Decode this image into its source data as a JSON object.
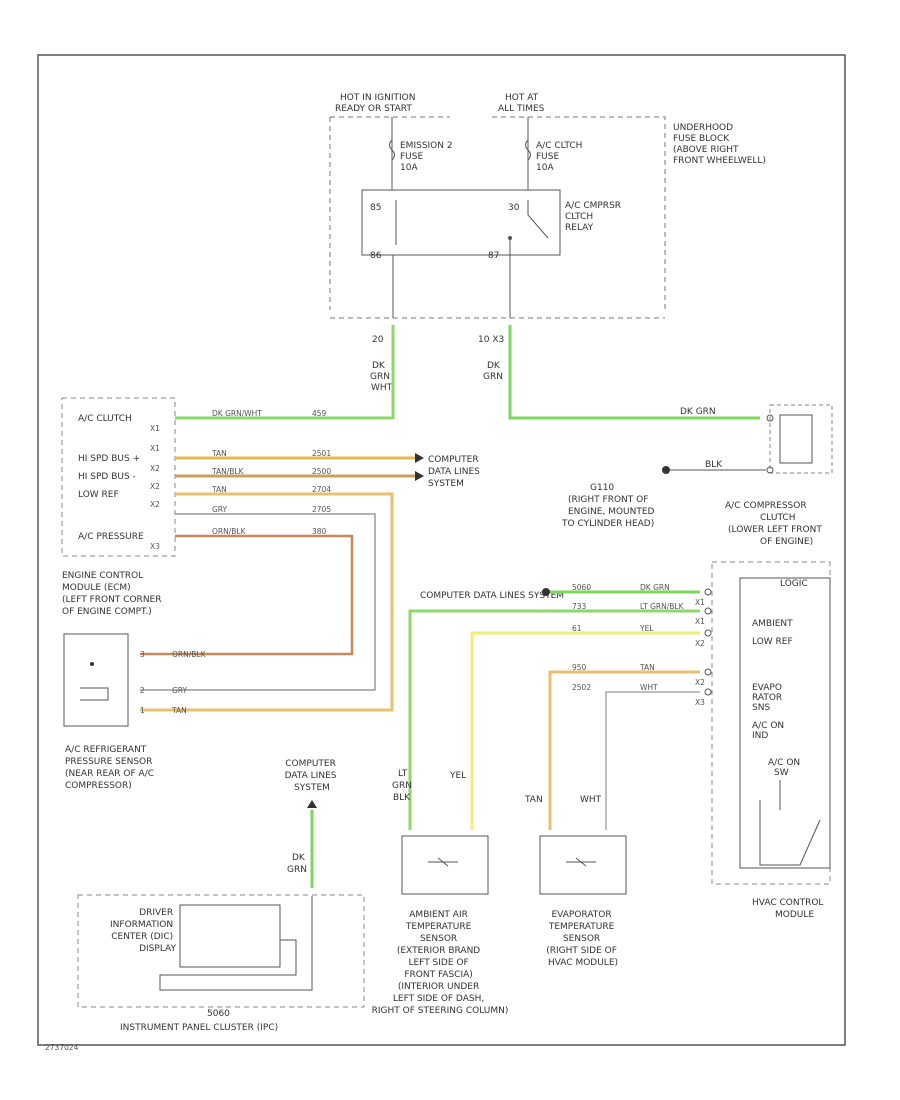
{
  "top_left_label": [
    "HOT IN IGNITION",
    "READY OR START"
  ],
  "top_right_label": [
    "HOT AT",
    "ALL TIMES"
  ],
  "fuse_block_label": [
    "UNDERHOOD",
    "FUSE BLOCK",
    "(ABOVE RIGHT",
    "FRONT WHEELWELL)"
  ],
  "fuse1_label": [
    "EMISSION 2",
    "FUSE",
    "10A"
  ],
  "fuse2_label": [
    "A/C CLTCH",
    "FUSE",
    "10A"
  ],
  "relay_label": [
    "A/C CMPRSR",
    "CLTCH",
    "RELAY"
  ],
  "relay_pins": {
    "p1": "85",
    "p2": "30",
    "p3": "86",
    "p4": "87"
  },
  "wire_pins": {
    "left": "20",
    "right": "10 X3"
  },
  "wire_dk_grn_wht": [
    "DK",
    "GRN",
    "WHT"
  ],
  "wire_dk_grn": [
    "DK",
    "GRN"
  ],
  "ecm_rows": [
    {
      "label": "A/C CLUTCH",
      "pin": "X1",
      "color": "DK GRN/WHT",
      "circuit": "459"
    },
    {
      "label": "",
      "pin": "X1",
      "color": "",
      "circuit": ""
    },
    {
      "label": "HI SPD BUS +",
      "pin": "X2",
      "color": "TAN",
      "circuit": "2501"
    },
    {
      "label": "HI SPD BUS -",
      "pin": "X2",
      "color": "TAN/BLK",
      "circuit": "2500"
    },
    {
      "label": "LOW REF",
      "pin": "X2",
      "color": "TAN",
      "circuit": "2704"
    },
    {
      "label": "",
      "pin": "",
      "color": "GRY",
      "circuit": "2705"
    },
    {
      "label": "A/C PRESSURE",
      "pin": "X3",
      "color": "ORN/BLK",
      "circuit": "380"
    }
  ],
  "ecm_label": [
    "ENGINE CONTROL",
    "MODULE (ECM)",
    "(LEFT FRONT CORNER",
    "OF ENGINE COMPT.)"
  ],
  "computer_data_lines": [
    "COMPUTER",
    "DATA LINES",
    "SYSTEM"
  ],
  "compressor_wire": {
    "color": "DK GRN",
    "pin": ""
  },
  "ground_label": [
    "G110",
    "(RIGHT FRONT OF",
    "ENGINE, MOUNTED",
    "TO CYLINDER HEAD)"
  ],
  "ground_wire": "BLK",
  "compressor_label": [
    "A/C COMPRESSOR",
    "CLUTCH",
    "(LOWER LEFT FRONT",
    "OF ENGINE)"
  ],
  "comp_data_lines_system": "COMPUTER DATA LINES SYSTEM",
  "hvac_rows": [
    {
      "circuit": "5060",
      "color": "DK GRN",
      "pin": "X1"
    },
    {
      "circuit": "733",
      "color": "LT GRN/BLK",
      "pin": "X1"
    },
    {
      "circuit": "61",
      "color": "YEL",
      "pin": "X2"
    },
    {
      "circuit": "950",
      "color": "TAN",
      "pin": "X2"
    },
    {
      "circuit": "2502",
      "color": "WHT",
      "pin": "X3"
    }
  ],
  "hvac_inner": [
    "LOGIC",
    "AMBIENT",
    "LOW REF",
    "EVAPO",
    "RATOR",
    "SNS",
    "A/C ON",
    "IND",
    "A/C ON",
    "SW"
  ],
  "hvac_label": [
    "HVAC CONTROL",
    "MODULE"
  ],
  "pressure_sensor_wires": [
    {
      "pin": "3",
      "color": "ORN/BLK"
    },
    {
      "pin": "2",
      "color": "GRY"
    },
    {
      "pin": "1",
      "color": "TAN"
    }
  ],
  "pressure_sensor_label": [
    "A/C REFRIGERANT",
    "PRESSURE SENSOR",
    "(NEAR REAR OF A/C",
    "COMPRESSOR)"
  ],
  "ambient_wires": [
    "LT",
    "GRN",
    "BLK"
  ],
  "ambient_yel": "YEL",
  "evap_wires": [
    "TAN",
    "WHT"
  ],
  "ambient_label": [
    "AMBIENT AIR",
    "TEMPERATURE",
    "SENSOR",
    "(EXTERIOR BRAND",
    "LEFT SIDE OF",
    "FRONT FASCIA)",
    "(INTERIOR UNDER",
    "LEFT SIDE OF DASH,",
    "RIGHT OF STEERING COLUMN)"
  ],
  "evap_label": [
    "EVAPORATOR",
    "TEMPERATURE",
    "SENSOR",
    "(RIGHT SIDE OF",
    "HVAC MODULE)"
  ],
  "ipc_wire": [
    "DK",
    "GRN"
  ],
  "dic_label": [
    "DRIVER",
    "INFORMATION",
    "CENTER (DIC)",
    "DISPLAY"
  ],
  "ipc_code": "5060",
  "ipc_label": "INSTRUMENT PANEL CLUSTER (IPC)",
  "diagram_id": "2737024"
}
